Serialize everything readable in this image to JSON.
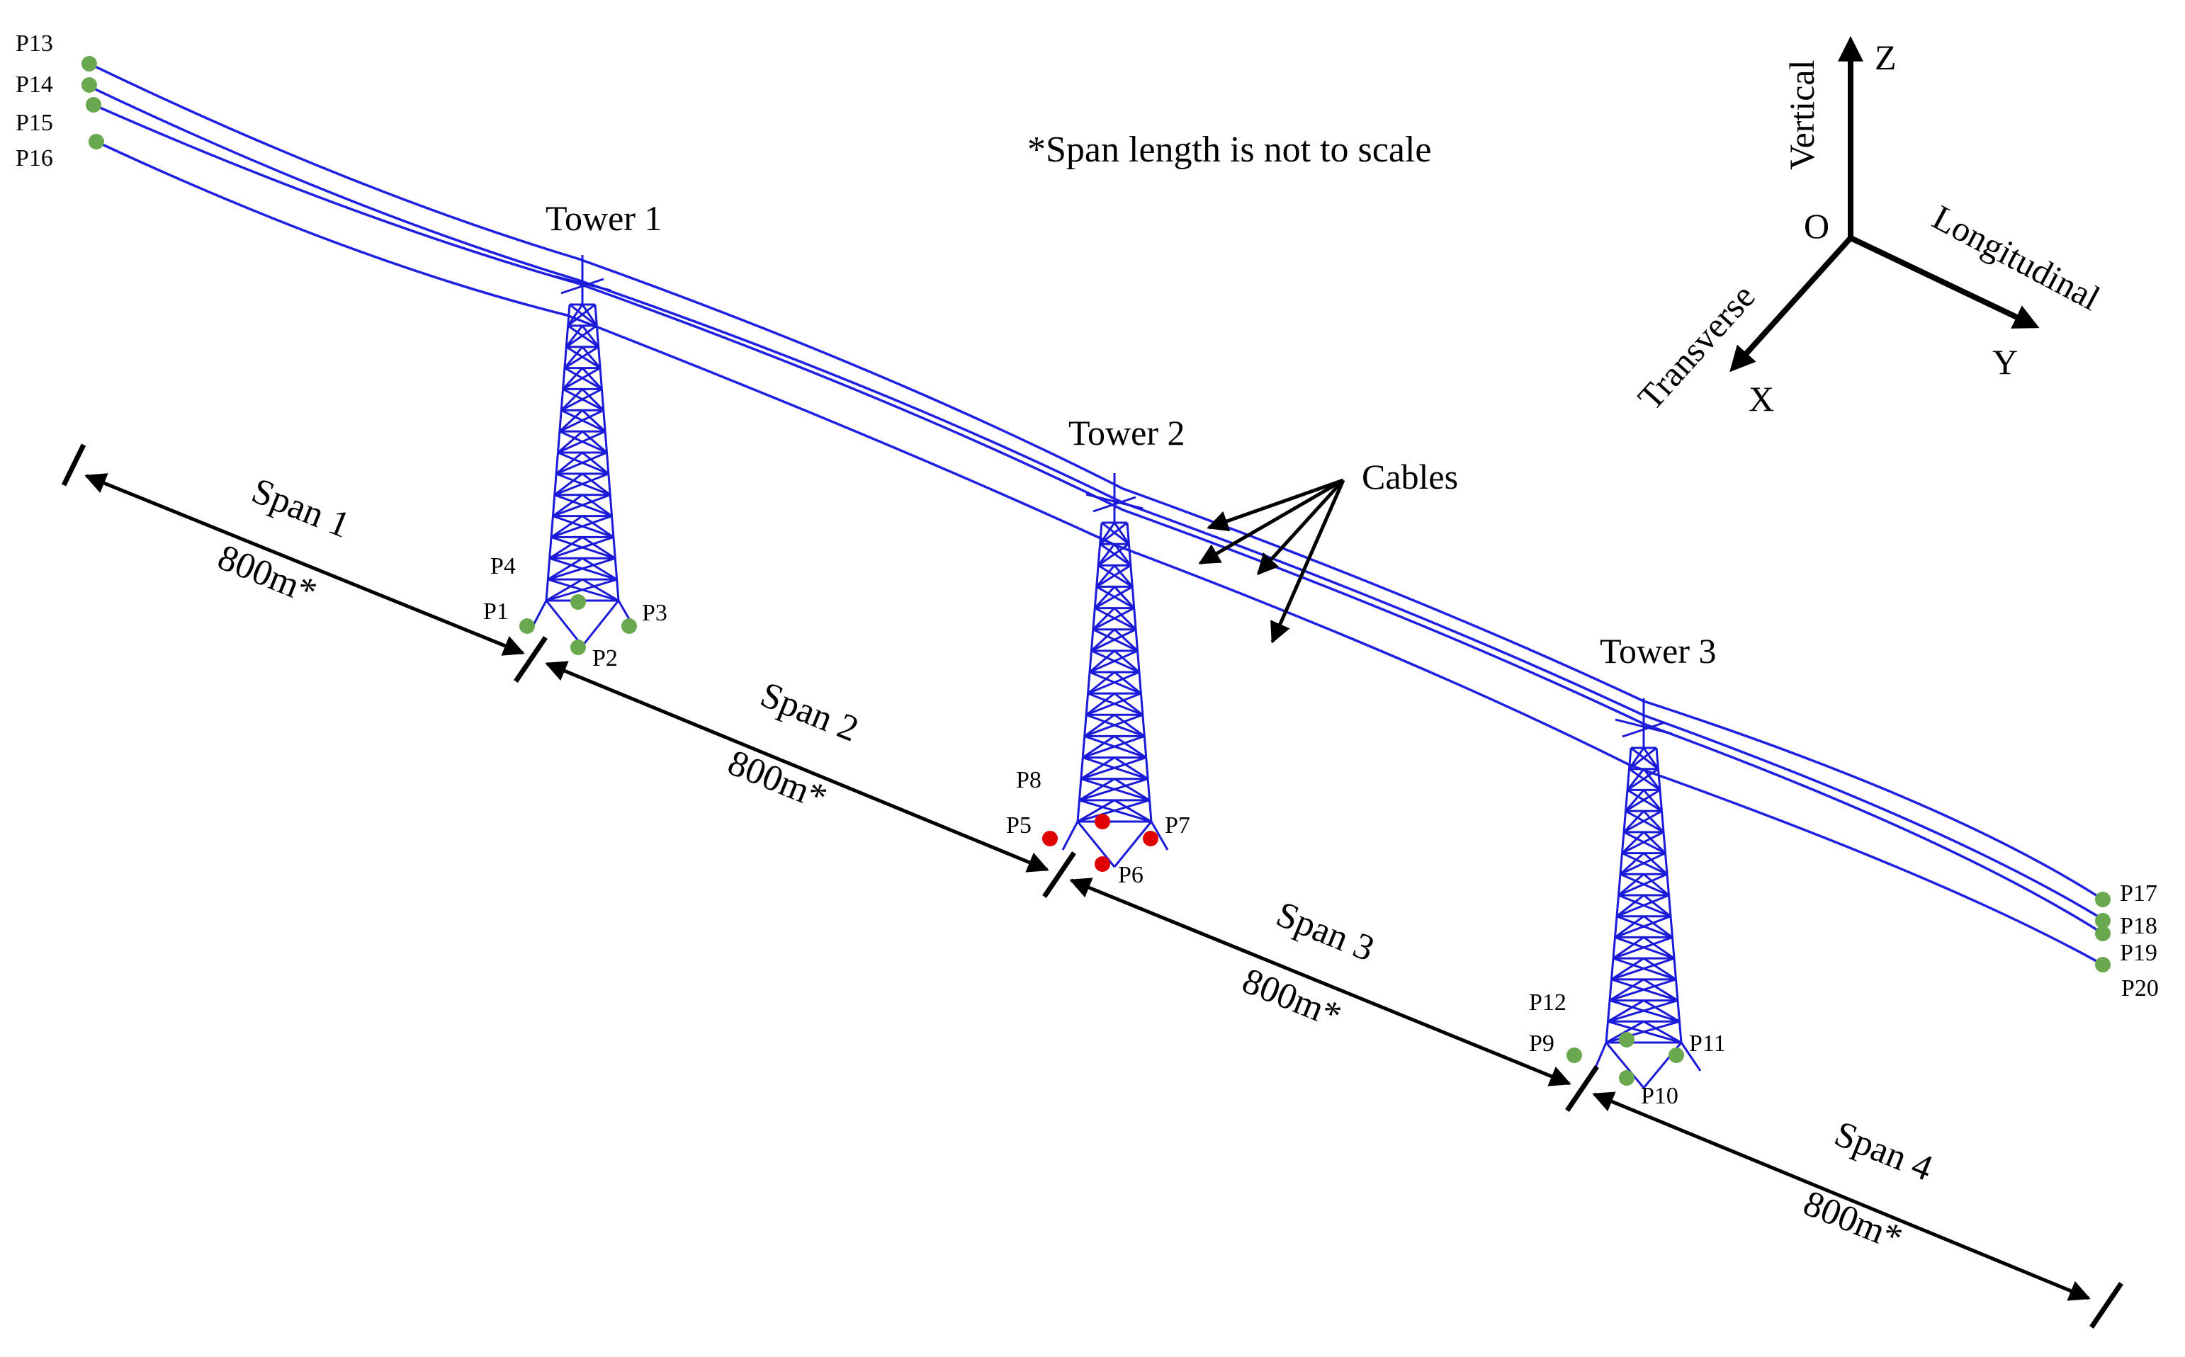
{
  "note": "*Span length is not to scale",
  "towers": [
    {
      "id": "tower-1",
      "label": "Tower 1"
    },
    {
      "id": "tower-2",
      "label": "Tower 2"
    },
    {
      "id": "tower-3",
      "label": "Tower 3"
    }
  ],
  "spans": [
    {
      "id": "span-1",
      "label": "Span 1",
      "length": "800m*"
    },
    {
      "id": "span-2",
      "label": "Span 2",
      "length": "800m*"
    },
    {
      "id": "span-3",
      "label": "Span 3",
      "length": "800m*"
    },
    {
      "id": "span-4",
      "label": "Span 4",
      "length": "800m*"
    }
  ],
  "cables_label": "Cables",
  "axes": {
    "origin": "O",
    "z": "Z",
    "x": "X",
    "y": "Y",
    "vertical": "Vertical",
    "transverse": "Transverse",
    "longitudinal": "Longitudinal"
  },
  "points": [
    {
      "label": "P1",
      "color": "#6aa84f"
    },
    {
      "label": "P2",
      "color": "#6aa84f"
    },
    {
      "label": "P3",
      "color": "#6aa84f"
    },
    {
      "label": "P4",
      "color": "#6aa84f"
    },
    {
      "label": "P5",
      "color": "#e00000"
    },
    {
      "label": "P6",
      "color": "#e00000"
    },
    {
      "label": "P7",
      "color": "#e00000"
    },
    {
      "label": "P8",
      "color": "#e00000"
    },
    {
      "label": "P9",
      "color": "#6aa84f"
    },
    {
      "label": "P10",
      "color": "#6aa84f"
    },
    {
      "label": "P11",
      "color": "#6aa84f"
    },
    {
      "label": "P12",
      "color": "#6aa84f"
    },
    {
      "label": "P13",
      "color": "#6aa84f"
    },
    {
      "label": "P14",
      "color": "#6aa84f"
    },
    {
      "label": "P15",
      "color": "#6aa84f"
    },
    {
      "label": "P16",
      "color": "#6aa84f"
    },
    {
      "label": "P17",
      "color": "#6aa84f"
    },
    {
      "label": "P18",
      "color": "#6aa84f"
    },
    {
      "label": "P19",
      "color": "#6aa84f"
    },
    {
      "label": "P20",
      "color": "#6aa84f"
    }
  ],
  "colors": {
    "tower": "#1a1ad8",
    "cable": "#2020e0",
    "support_point": "#6aa84f",
    "highlight_point": "#e00000"
  }
}
